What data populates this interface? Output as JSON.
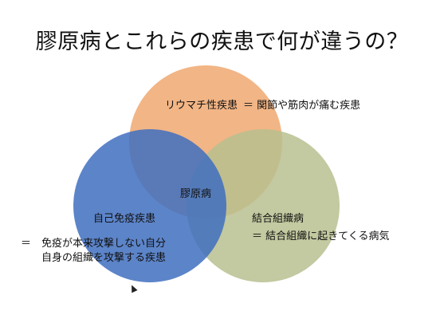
{
  "title": "膠原病とこれらの疾患で何が違うの？",
  "circles": {
    "rheumatic": {
      "name": "リウマチ性疾患",
      "color": "#f0a870"
    },
    "autoimmune": {
      "name": "自己免疫疾患",
      "color": "#3f6fbf"
    },
    "connective": {
      "name": "結合組織病",
      "color": "#b9bf8f"
    }
  },
  "overlap_label": "膠原病",
  "annotations": {
    "rheumatic": "＝ 関節や筋肉が痛む疾患",
    "connective": "＝ 結合組織に起きてくる病気",
    "autoimmune_line1": "＝　免疫が本来攻撃しない自分",
    "autoimmune_line2": "自身の組織を攻撃する疾患"
  }
}
